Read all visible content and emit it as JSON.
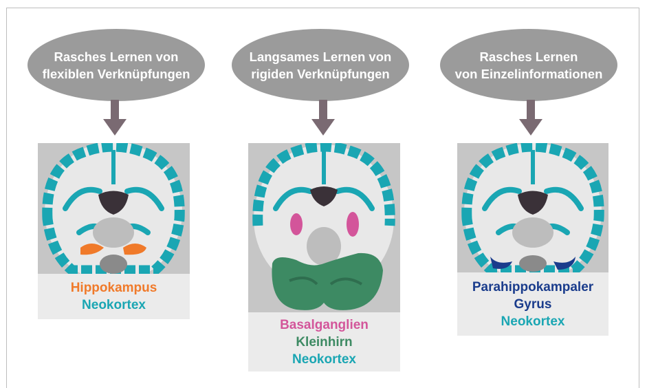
{
  "colors": {
    "hippocampus": "#f07a2a",
    "neocortex": "#1aa6b3",
    "basal_ganglia": "#d3559a",
    "cerebellum": "#3d8a63",
    "parahippocampal": "#1a3c8c",
    "oval": "#9b9b9b",
    "arrow": "#7a6a72"
  },
  "columns": [
    {
      "header": [
        "Rasches Lernen von",
        "flexiblen Verknüpfungen"
      ],
      "labels": [
        "Hippokampus",
        "Neokortex"
      ]
    },
    {
      "header": [
        "Langsames Lernen von",
        "rigiden Verknüpfungen"
      ],
      "labels": [
        "Basalganglien",
        "Kleinhirn",
        "Neokortex"
      ]
    },
    {
      "header": [
        "Rasches Lernen",
        "von Einzelinformationen"
      ],
      "labels": [
        "Parahippokampaler",
        "Gyrus",
        "Neokortex"
      ]
    }
  ]
}
